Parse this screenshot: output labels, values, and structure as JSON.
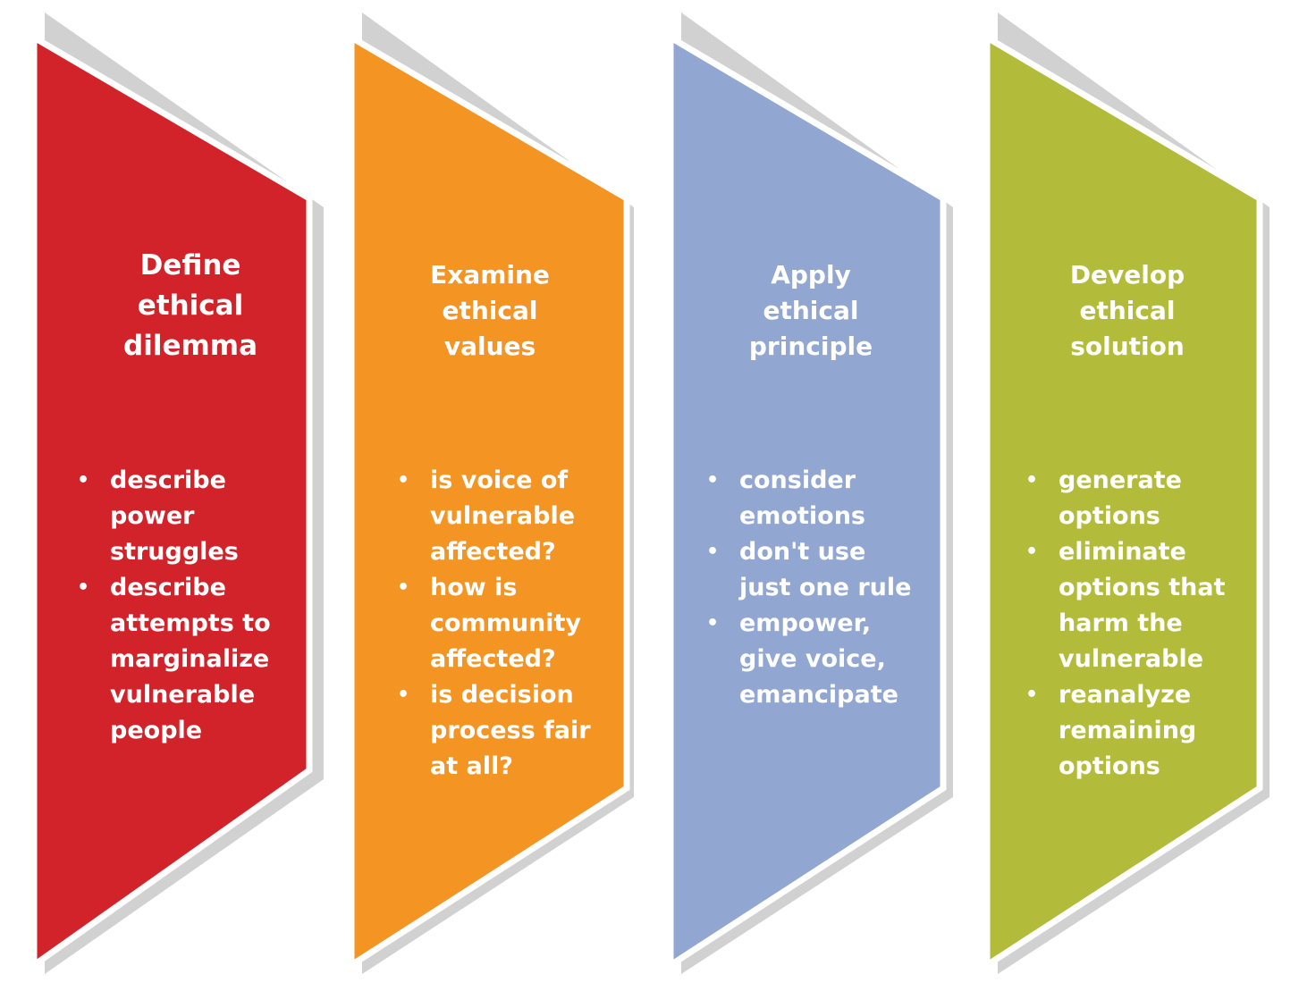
{
  "panels": [
    {
      "title_lines": [
        "Define",
        "ethical",
        "dilemma"
      ],
      "color": "#D2232A",
      "bullets": [
        [
          "describe",
          "power",
          "struggles"
        ],
        [
          "describe",
          "attempts to",
          "marginalize",
          "vulnerable",
          "people"
        ]
      ]
    },
    {
      "title_lines": [
        "Examine",
        "ethical",
        "values"
      ],
      "color": "#F39423",
      "bullets": [
        [
          "is voice of",
          "vulnerable",
          "affected?"
        ],
        [
          "how is",
          "community",
          "affected?"
        ],
        [
          "is decision",
          "process fair",
          "at all?"
        ]
      ]
    },
    {
      "title_lines": [
        "Apply",
        "ethical",
        "principle"
      ],
      "color": "#91A6D0",
      "bullets": [
        [
          "consider",
          "emotions"
        ],
        [
          "don't use",
          "just one rule"
        ],
        [
          "empower,",
          "give voice,",
          "emancipate"
        ]
      ]
    },
    {
      "title_lines": [
        "Develop",
        "ethical",
        "solution"
      ],
      "color": "#B3BC3A",
      "bullets": [
        [
          "generate",
          "options"
        ],
        [
          "eliminate",
          "options that",
          "harm the",
          "vulnerable"
        ],
        [
          "reanalyze",
          "remaining",
          "options"
        ]
      ]
    }
  ]
}
